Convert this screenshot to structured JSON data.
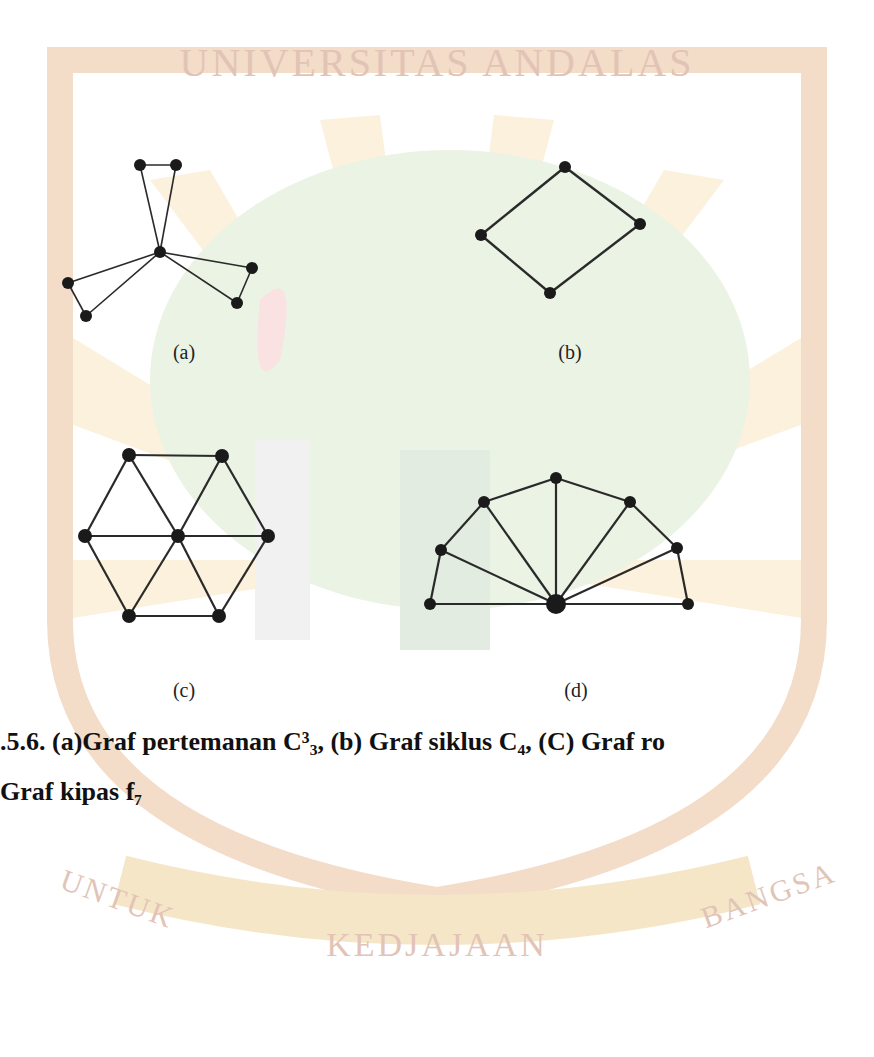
{
  "diagram": {
    "caption": ".5.6. (a)Graf pertemanan C³₃, (b) Graf siklus C₄, (C) Graf ro",
    "labels": [
      "UNIVERSITAS ANDALAS",
      "(a)",
      "(b)",
      "(c)",
      "(d)",
      "Graf kipas f₇",
      "UNTUK",
      "KEDJAJAAN",
      "BANGSA"
    ]
  }
}
